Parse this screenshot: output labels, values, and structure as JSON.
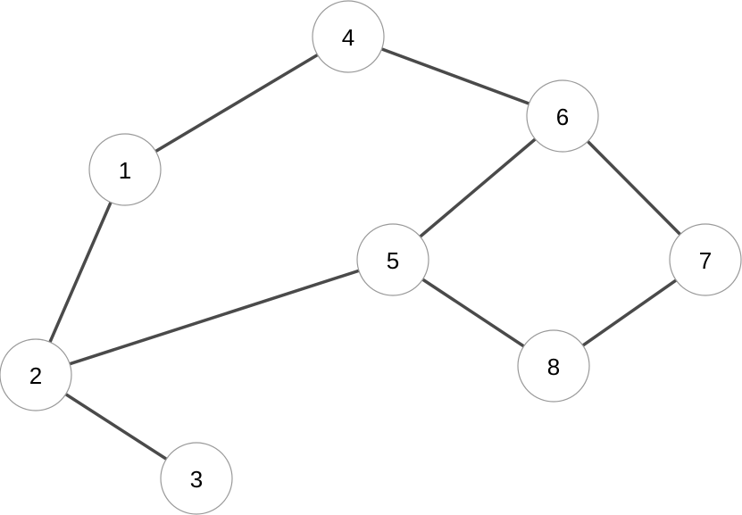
{
  "graph": {
    "nodes": [
      {
        "id": "1",
        "label": "1"
      },
      {
        "id": "2",
        "label": "2"
      },
      {
        "id": "3",
        "label": "3"
      },
      {
        "id": "4",
        "label": "4"
      },
      {
        "id": "5",
        "label": "5"
      },
      {
        "id": "6",
        "label": "6"
      },
      {
        "id": "7",
        "label": "7"
      },
      {
        "id": "8",
        "label": "8"
      }
    ],
    "edges": [
      {
        "from": "1",
        "to": "4"
      },
      {
        "from": "4",
        "to": "6"
      },
      {
        "from": "1",
        "to": "2"
      },
      {
        "from": "2",
        "to": "3"
      },
      {
        "from": "2",
        "to": "5"
      },
      {
        "from": "5",
        "to": "6"
      },
      {
        "from": "6",
        "to": "7"
      },
      {
        "from": "5",
        "to": "8"
      },
      {
        "from": "8",
        "to": "7"
      }
    ]
  },
  "colors": {
    "edge": "#4a4a4a",
    "node_fill": "#ffffff",
    "node_stroke": "#9a9a9a",
    "label": "#000000"
  }
}
